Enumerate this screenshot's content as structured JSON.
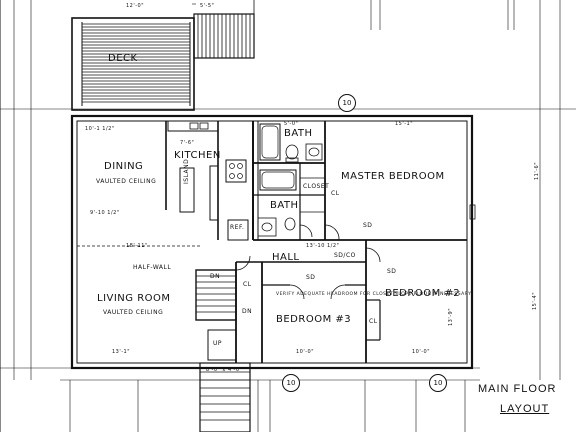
{
  "rooms": {
    "deck": "DECK",
    "kitchen": "KITCHEN",
    "dining": "DINING",
    "dining_sub": "VAULTED CEILING",
    "bath1": "BATH",
    "bath2": "BATH",
    "master": "MASTER BEDROOM",
    "closet": "CLOSET",
    "hall": "HALL",
    "living": "LIVING ROOM",
    "living_sub": "VAULTED CEILING",
    "bed2": "BEDROOM #2",
    "bed3": "BEDROOM #3",
    "island": "ISLAND",
    "ref": "REF.",
    "halfwall": "HALF-WALL",
    "dn1": "DN",
    "dn2": "DN",
    "up": "UP"
  },
  "labels": {
    "title_line1": "MAIN FLOOR",
    "title_line2": "LAYOUT",
    "note": "VERIFY ADEQUATE HEADROOM FOR CLOSET SLOPE FLOOR IF NECESSARY"
  },
  "dims": {
    "d1": "12'-0\"",
    "d2": "5'-5\"",
    "d3": "10'-1 1/2\"",
    "d4": "7'-6\"",
    "d5": "5'-0\"",
    "d6": "15'-1\"",
    "d7": "11'-6\"",
    "d8": "13'-10 1/2\"",
    "d9": "18'-11\"",
    "d10": "13'-1\"",
    "d11": "10'-0\"",
    "d12": "10'-0\"",
    "d13": "15'-4\"",
    "d14": "13'-9\"",
    "d15": "9'-10 1/2\"",
    "d16": "8'-0\" x 4'-0\""
  },
  "markers": {
    "m1": "10",
    "m2": "10",
    "m3": "10"
  },
  "fixtures": {
    "cl1": "CL",
    "cl2": "CL",
    "cl3": "CL",
    "sd1": "SD",
    "sd2": "SD",
    "sd3": "SD",
    "sdco": "SD/CO"
  }
}
